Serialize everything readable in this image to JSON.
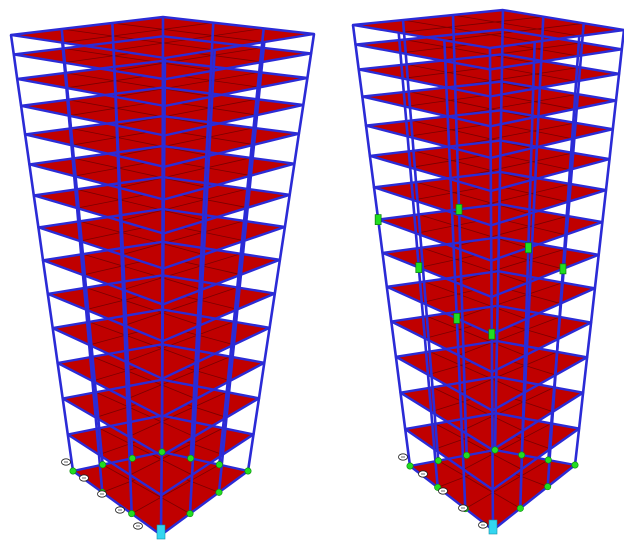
{
  "colors": {
    "background": "#ffffff",
    "slab": "#c00000",
    "slab_stroke": "#7a0000",
    "frame": "#2b2bd6",
    "support": "#22dd22",
    "hinge": "#22dd22",
    "base_highlight": "#33d6f0",
    "grid_line": "#909090"
  },
  "models": [
    {
      "name": "model-left",
      "stories": 14,
      "hinges": false
    },
    {
      "name": "model-right",
      "stories": 14,
      "hinges": true
    }
  ],
  "grid_bubbles": [
    "",
    "",
    "",
    "",
    ""
  ]
}
